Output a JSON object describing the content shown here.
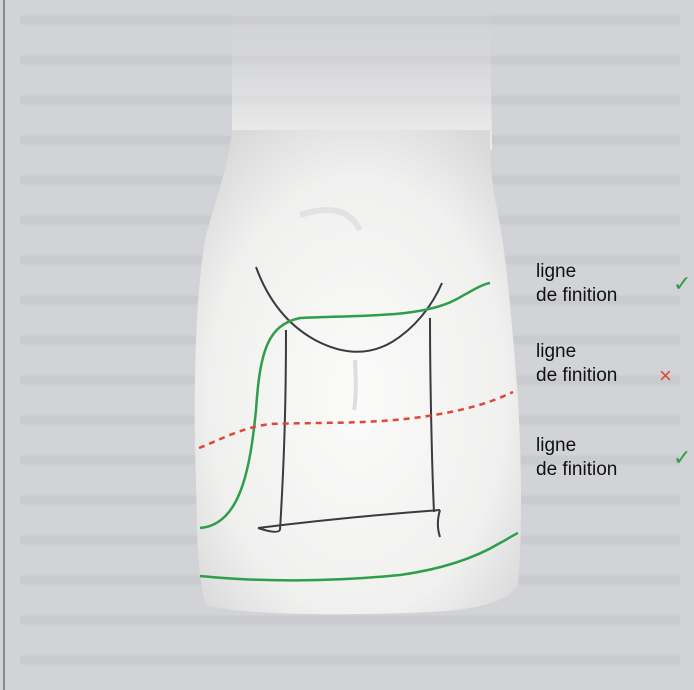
{
  "labels": [
    {
      "line1": "ligne",
      "line2": "de finition",
      "mark": "✓",
      "mark_color": "#2e9e4a",
      "status": "correct"
    },
    {
      "line1": "ligne",
      "line2": "de finition",
      "mark": "×",
      "mark_color": "#e0463a",
      "status": "incorrect"
    },
    {
      "line1": "ligne",
      "line2": "de finition",
      "mark": "✓",
      "mark_color": "#2e9e4a",
      "status": "correct"
    }
  ],
  "colors": {
    "background": "#d2d3d6",
    "tooth_fill": "#f1f1f0",
    "outline_stroke": "#3a3a40",
    "correct_line": "#2e9e4a",
    "incorrect_line": "#e0463a"
  }
}
